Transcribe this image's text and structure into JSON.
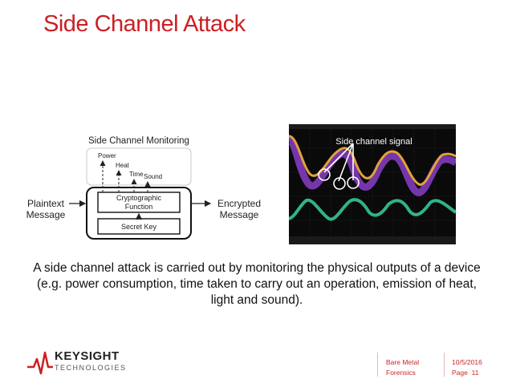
{
  "slide": {
    "title": "Side Channel Attack",
    "caption": "A side channel attack is carried out by monitoring the physical outputs of a device (e.g. power consumption, time taken to carry out an operation, emission of heat, light and sound)."
  },
  "diagram": {
    "monitoring_label": "Side Channel Monitoring",
    "outputs": [
      "Power",
      "Heat",
      "Time",
      "Sound"
    ],
    "function_label_line1": "Cryptographic",
    "function_label_line2": "Function",
    "key_label": "Secret Key",
    "input_line1": "Plaintext",
    "input_line2": "Message",
    "output_line1": "Encrypted",
    "output_line2": "Message"
  },
  "scope": {
    "annotation": "Side channel signal"
  },
  "footer": {
    "brand_main": "KEYSIGHT",
    "brand_sub": "TECHNOLOGIES",
    "section_line1": "Bare Metal",
    "section_line2": "Forensics",
    "date": "10/5/2016",
    "page_label": "Page",
    "page_number": "11"
  },
  "colors": {
    "accent": "#cc1f24",
    "trace_purple": "#8a3ec8",
    "trace_orange": "#e2a23a",
    "trace_green": "#2fb489"
  }
}
